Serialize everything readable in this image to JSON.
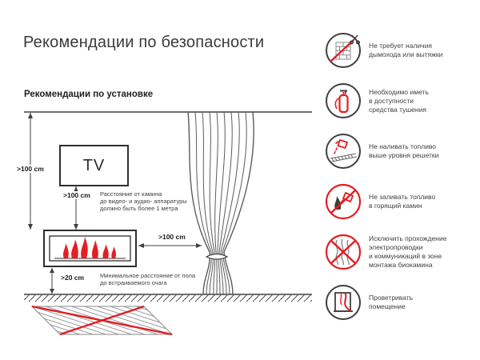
{
  "page": {
    "title": "Рекомендации по безопасности",
    "section_title": "Рекомендации по установке"
  },
  "diagram": {
    "tv_label": "TV",
    "dim_ceiling_to_fireplace": ">100 cm",
    "dim_tv_to_fireplace": ">100 cm",
    "dim_fireplace_to_curtain": ">100 cm",
    "dim_fireplace_to_floor": ">20 cm",
    "note_equipment": "Расстояние от камина\nдо видео- и аудио- аппаратуры\nдолжно быть более 1 метра",
    "note_floor": "Минимальное расстояние от пола\nдо встраиваемого очага"
  },
  "safety_list": {
    "items": [
      {
        "icon": "no-chimney-icon",
        "text": "Не требует наличия\nдымохода или вытяжки"
      },
      {
        "icon": "extinguisher-icon",
        "text": "Необходимо иметь\nв доступности\nсредства тушения"
      },
      {
        "icon": "fuel-above-grate-icon",
        "text": "Не наливать топливо\nвыше уровня решетки"
      },
      {
        "icon": "no-refuel-burning-icon",
        "text": "Не заливать топливо\nв горящий камин"
      },
      {
        "icon": "no-wiring-icon",
        "text": "Исключить прохождение\nэлектропроводки\nи коммуникаций в зоне\nмонтажа биокамина"
      },
      {
        "icon": "ventilate-room-icon",
        "text": "Проветривать\nпомещение"
      }
    ]
  },
  "colors": {
    "accent_red": "#e31e24",
    "ink": "#3f3f3f"
  }
}
